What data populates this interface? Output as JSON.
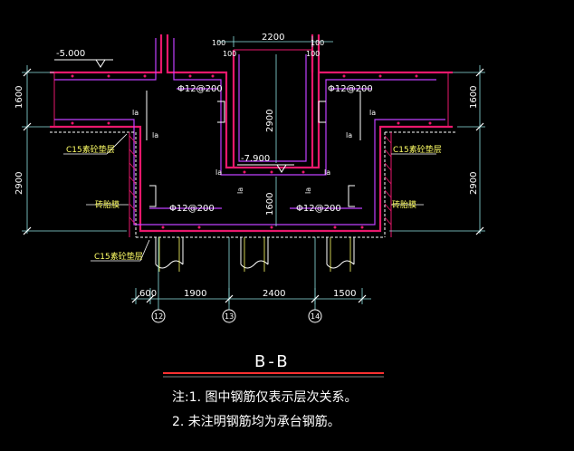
{
  "section_title": "B-B",
  "elevations": {
    "top": "-5.000",
    "pit": "-7.900"
  },
  "dimensions": {
    "top_pit_width": "2200",
    "wall_100_left_a": "100",
    "wall_100_left_b": "100",
    "wall_100_right_a": "100",
    "wall_100_right_b": "100",
    "left_slab": "1600",
    "right_slab": "1600",
    "left_lower": "2900",
    "right_lower": "2900",
    "pit_depth": "2900",
    "pit_bottom": "1600",
    "bottom_600": "600",
    "bottom_1900": "1900",
    "bottom_2400": "2400",
    "bottom_1500": "1500"
  },
  "rebar": {
    "top_left": "Φ12@200",
    "top_right": "Φ12@200",
    "bottom_left": "Φ12@200",
    "bottom_right": "Φ12@200"
  },
  "la": "la",
  "labels": {
    "c15_left": "C15素砼垫层",
    "c15_right": "C15素砼垫层",
    "c15_bottom": "C15素砼垫层",
    "brick_left": "砖胎膜",
    "brick_right": "砖胎膜"
  },
  "axes": [
    "12",
    "13",
    "14"
  ],
  "notes": [
    "注:1. 图中钢筋仅表示层次关系。",
    "2. 未注明钢筋均为承台钢筋。"
  ],
  "colors": {
    "concrete": "#e8186c",
    "rebar": "#c040ff",
    "dim": "#8fe3e3",
    "text": "#ffffff",
    "label": "#ffff66",
    "note_line": "#ff3030"
  }
}
